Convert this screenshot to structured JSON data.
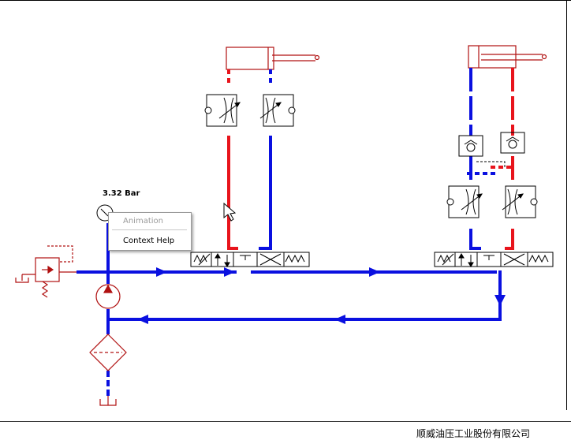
{
  "gauge": {
    "reading": "3.32 Bar"
  },
  "context_menu": {
    "items": [
      {
        "label": "Animation",
        "enabled": false
      },
      {
        "label": "Context Help",
        "enabled": true
      }
    ]
  },
  "footer": {
    "company": "顺威油压工业股份有限公司"
  },
  "colors": {
    "pressure_line": "#e8141c",
    "return_line": "#0a10e0",
    "component": "#b01010",
    "symbol": "#000000"
  }
}
